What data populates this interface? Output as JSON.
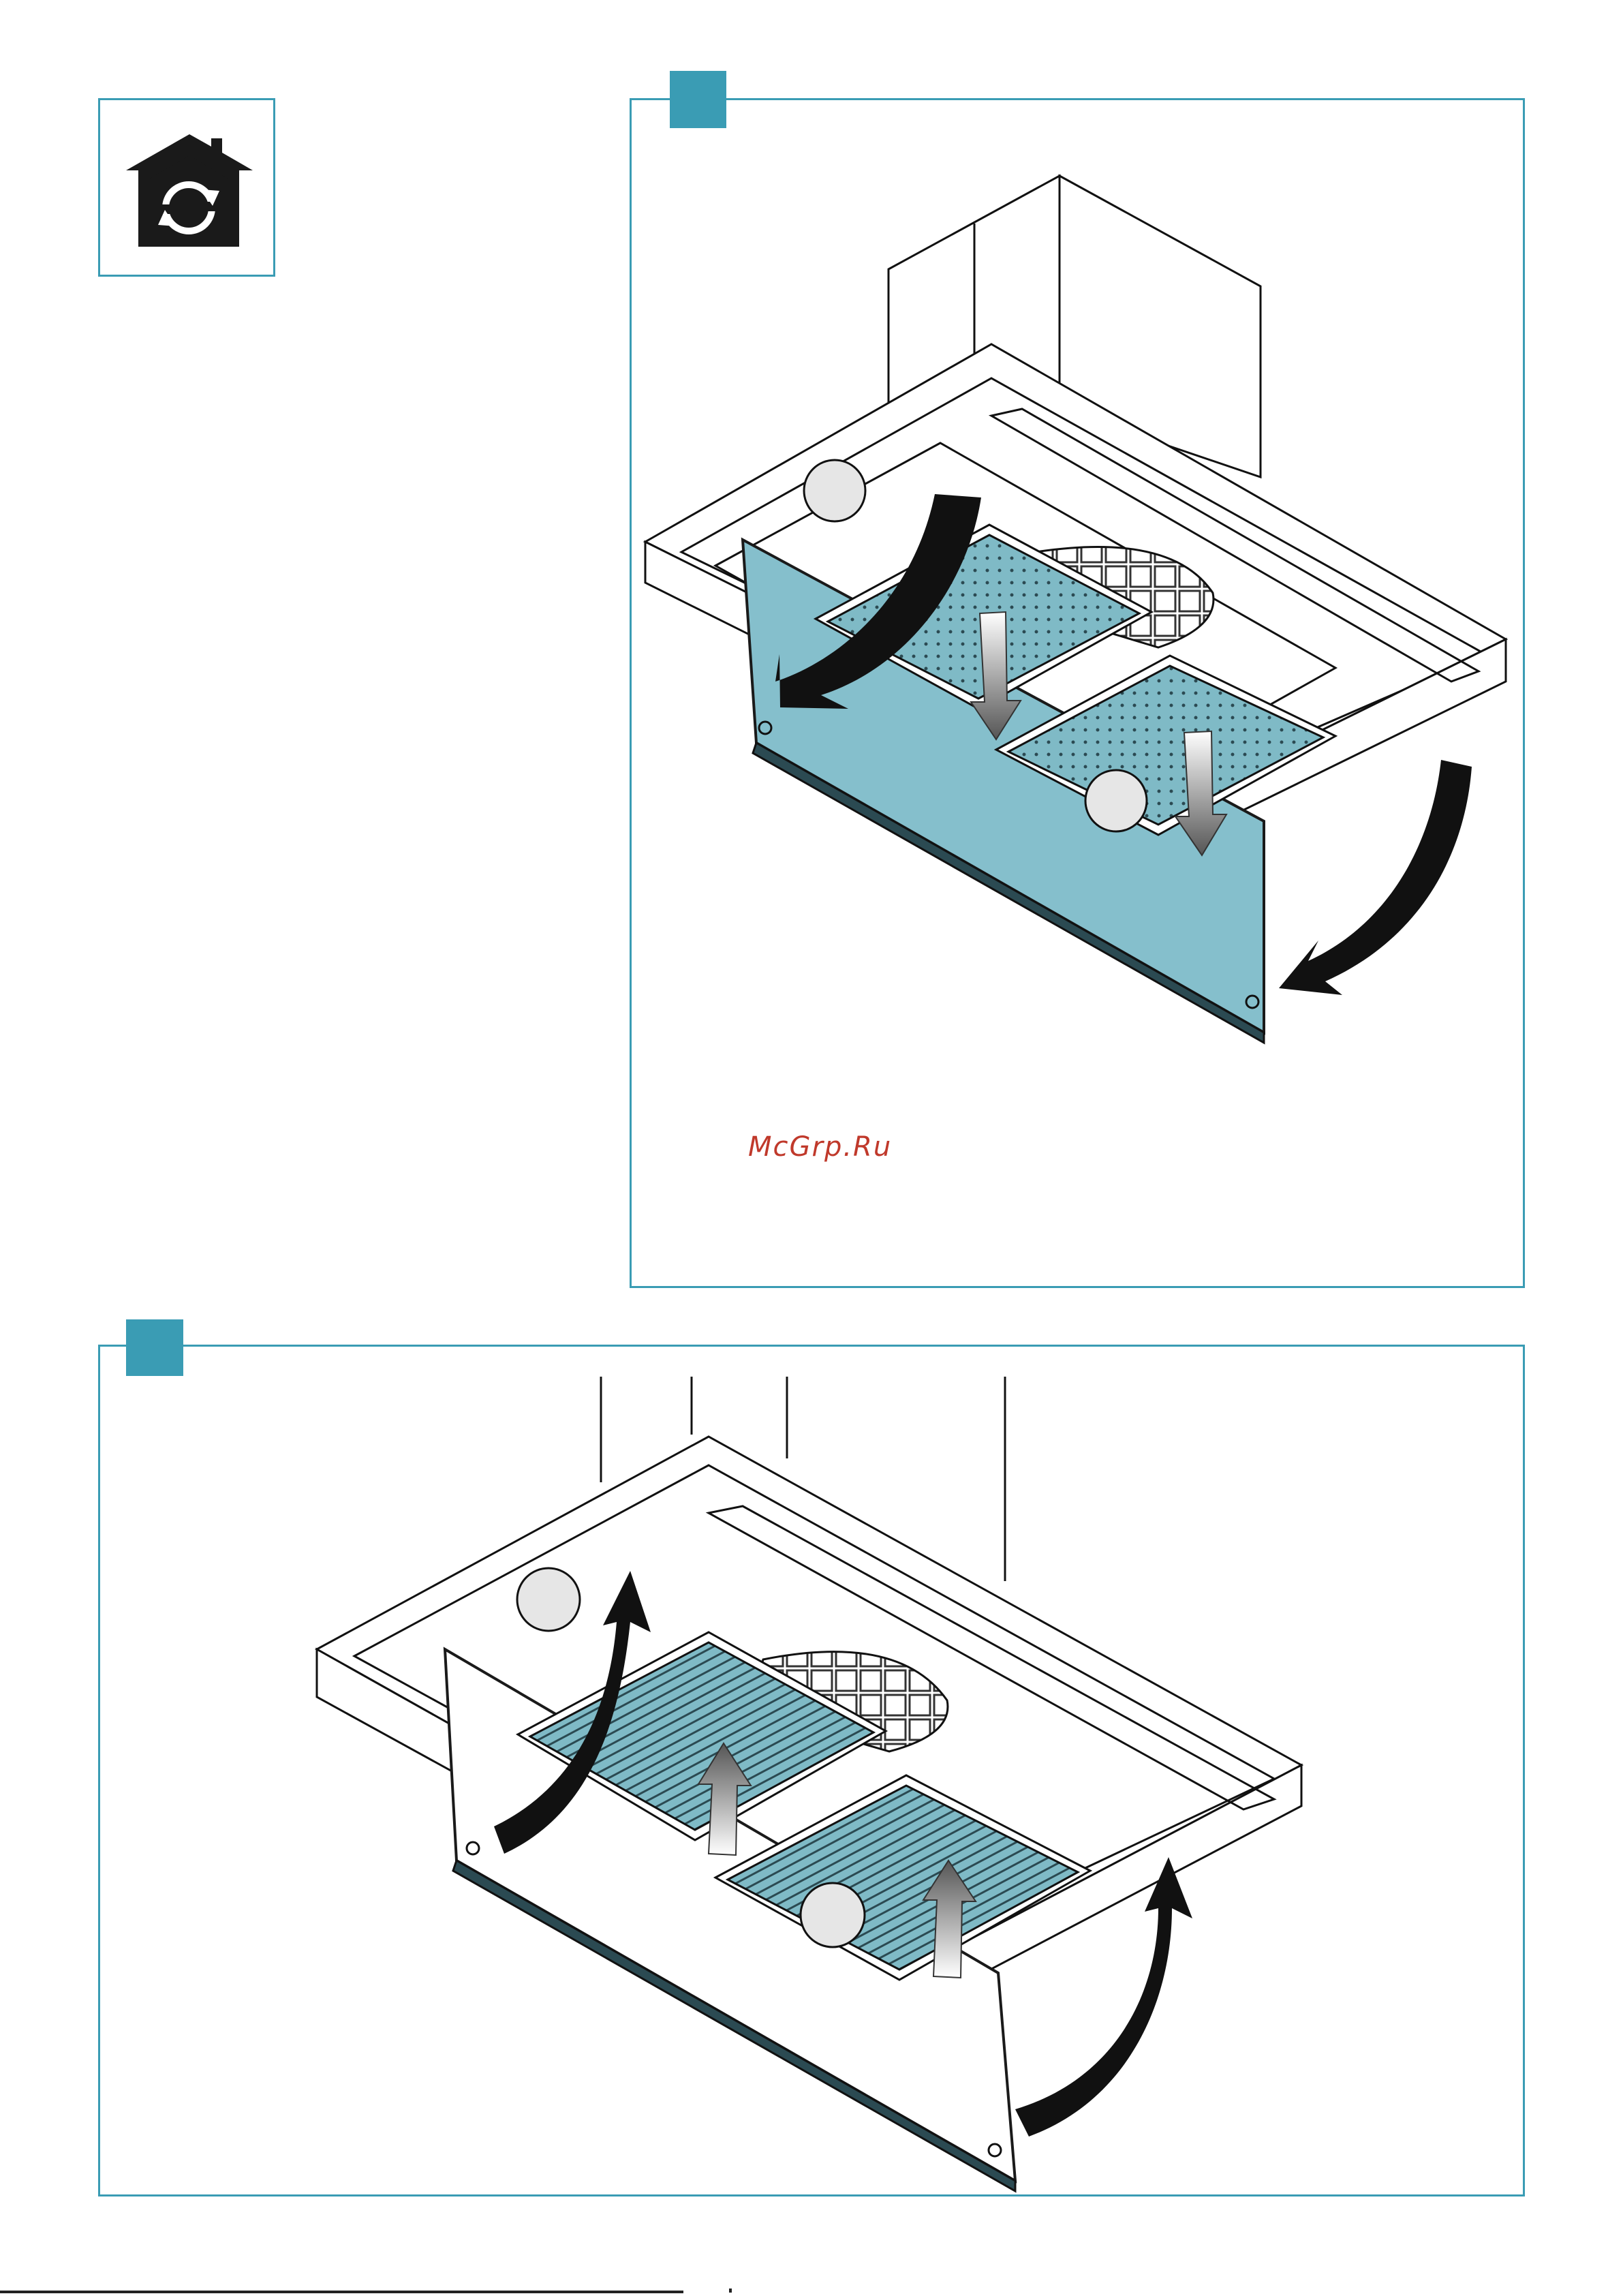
{
  "page": {
    "watermark": "McGrp.Ru"
  },
  "colors": {
    "accent": "#3a9cb4",
    "panel": "#85bfcc",
    "filter": "#7fbac6",
    "watermark": "#c0392b"
  },
  "icons": {
    "mode": "house-recirculation-icon"
  },
  "steps": [
    {
      "id": "step-1",
      "illustration": "remove-grease-filters-and-panel"
    },
    {
      "id": "step-2",
      "illustration": "reinstall-grease-filters-and-panel"
    }
  ]
}
